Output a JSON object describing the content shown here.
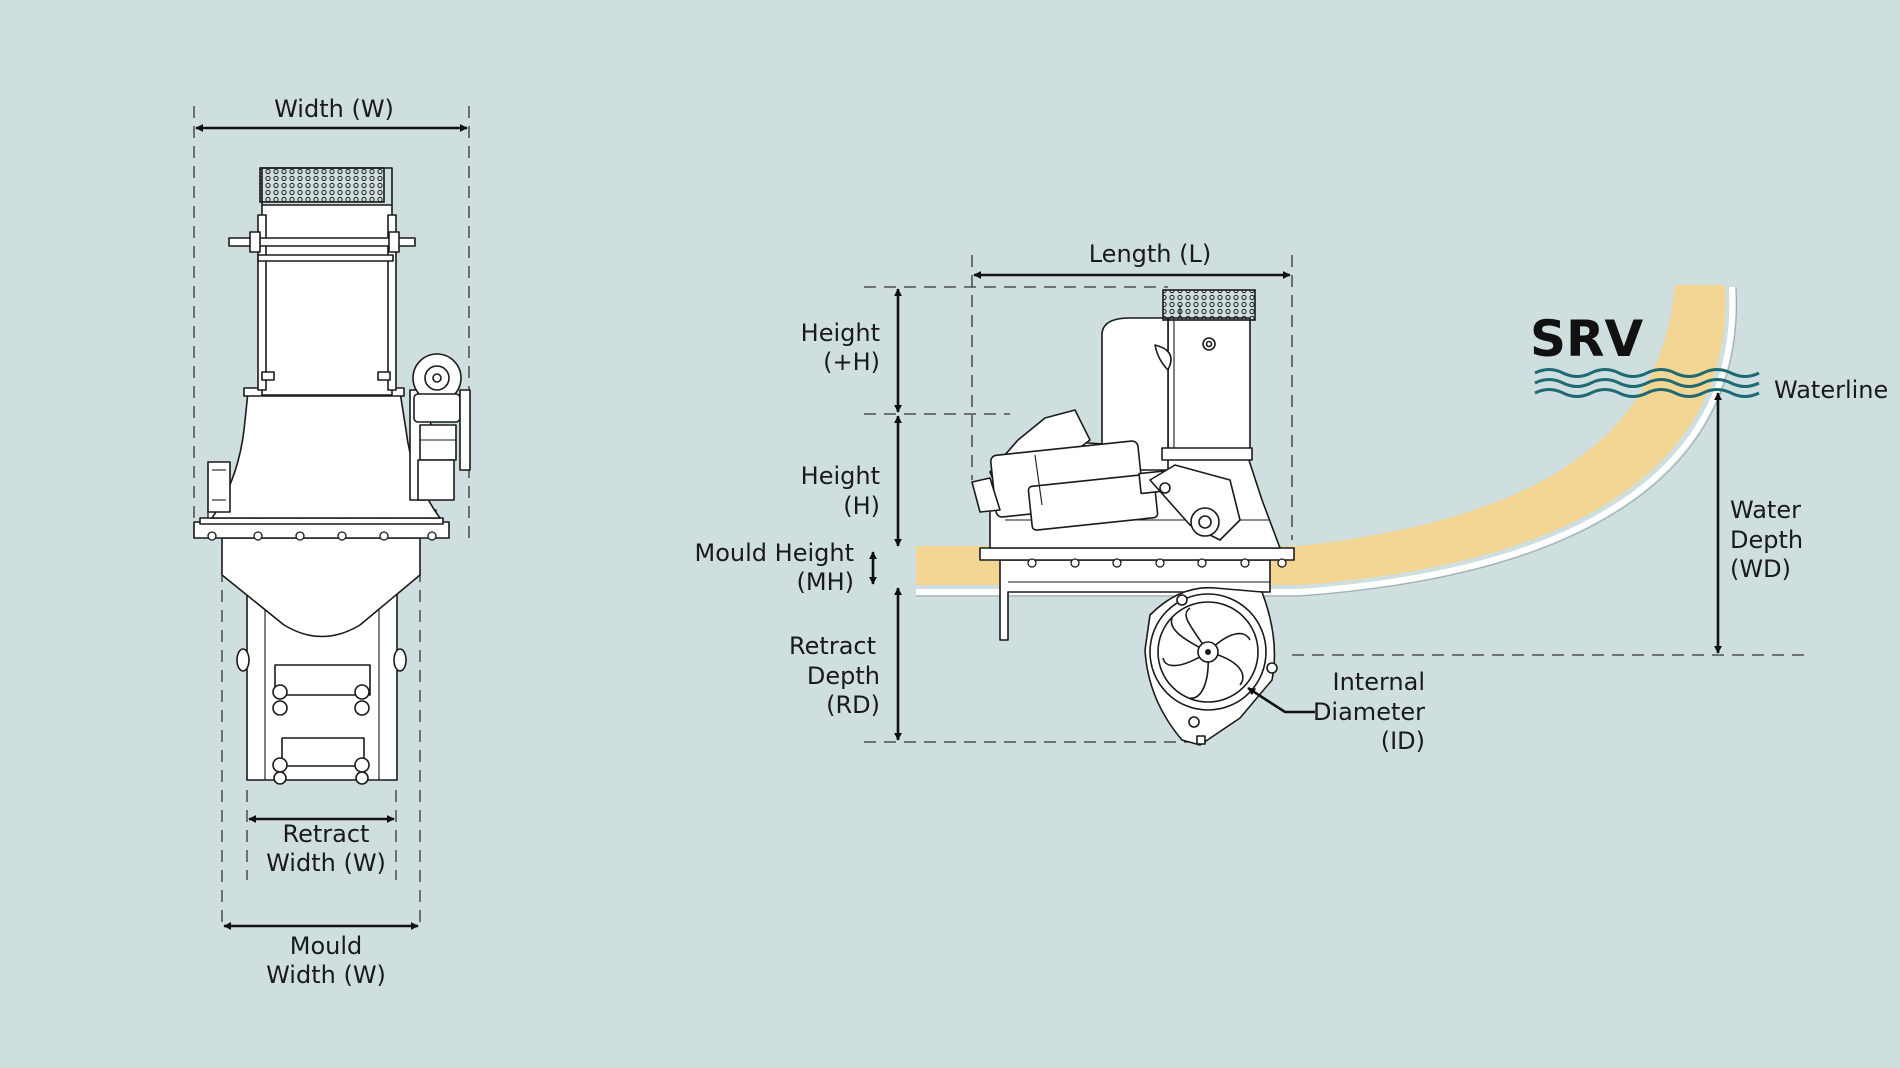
{
  "labels": {
    "width": "Width (W)",
    "retract_width_1": "Retract",
    "retract_width_2": "Width (W)",
    "mould_width_1": "Mould",
    "mould_width_2": "Width (W)",
    "length": "Length (L)",
    "height_plus_1": "Height",
    "height_plus_2": "(+H)",
    "height_1": "Height",
    "height_2": "(H)",
    "mould_height_1": "Mould Height",
    "mould_height_2": "(MH)",
    "retract_depth_1": "Retract",
    "retract_depth_2": "Depth",
    "retract_depth_3": "(RD)",
    "internal_diameter_1": "Internal",
    "internal_diameter_2": "Diameter",
    "internal_diameter_3": "(ID)",
    "water_depth_1": "Water",
    "water_depth_2": "Depth",
    "water_depth_3": "(WD)",
    "waterline": "Waterline"
  },
  "brand": {
    "name": "SRV"
  },
  "colors": {
    "background": "#cfdfdf",
    "hull": "#f3d594",
    "water": "#1f6a72",
    "line": "#1a1a1a",
    "part_fill": "#ffffff"
  }
}
